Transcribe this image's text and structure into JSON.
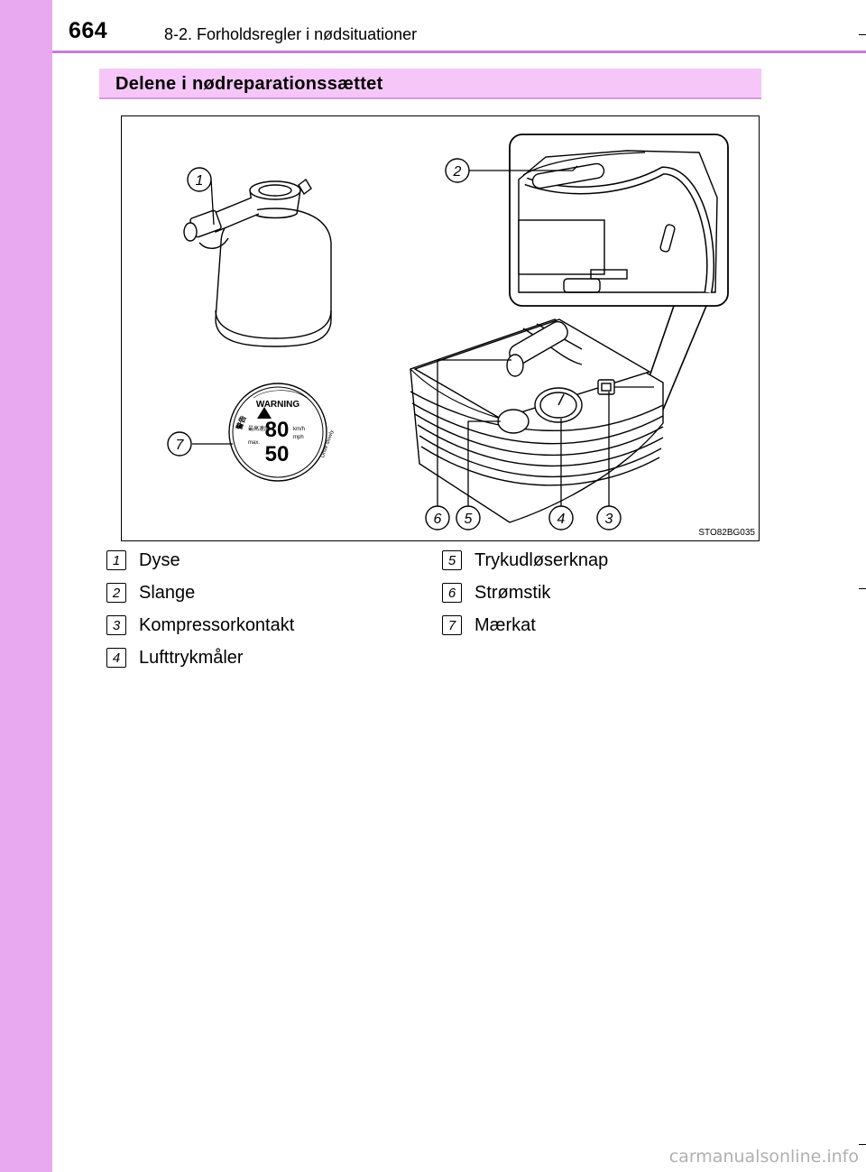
{
  "header": {
    "page_number": "664",
    "chapter_title": "8-2. Forholdsregler i nødsituationer"
  },
  "section": {
    "heading": "Delene i nødreparationssættet"
  },
  "figure": {
    "code": "STO82BG035",
    "callouts": [
      "1",
      "2",
      "7",
      "6",
      "5",
      "4",
      "3"
    ],
    "sticker": {
      "warning": "WARNING",
      "speed_kmh": "80",
      "speed_mph": "50",
      "unit_kmh": "km/h",
      "unit_mph": "mph",
      "max": "max.",
      "drive_text": "Drive slowly",
      "jp_top": "警告",
      "jp_speed": "最高速度"
    }
  },
  "legend": [
    {
      "num": "1",
      "label": "Dyse"
    },
    {
      "num": "2",
      "label": "Slange"
    },
    {
      "num": "3",
      "label": "Kompressorkontakt"
    },
    {
      "num": "4",
      "label": "Lufttrykmåler"
    },
    {
      "num": "5",
      "label": "Trykudløserknap"
    },
    {
      "num": "6",
      "label": "Strømstik"
    },
    {
      "num": "7",
      "label": "Mærkat"
    }
  ],
  "footer": {
    "watermark": "carmanualsonline.info"
  },
  "colors": {
    "side_tab": "#e9a9f0",
    "header_rule": "#c77fd6",
    "heading_bg": "#f5c6f7"
  }
}
